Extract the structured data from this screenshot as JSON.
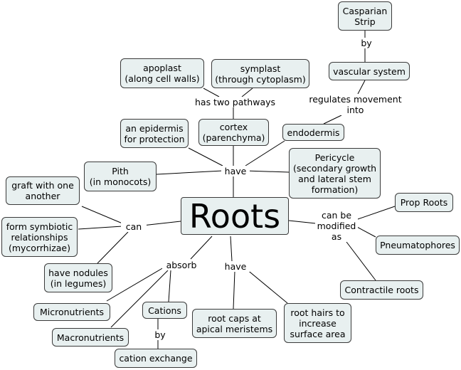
{
  "root": "Roots",
  "nodes": {
    "casparian": "Casparian\nStrip",
    "vascular": "vascular system",
    "apoplast": "apoplast\n(along cell walls)",
    "symplast": "symplast\n(through cytoplasm)",
    "epidermis": "an epidermis\nfor protection",
    "cortex": "cortex\n(parenchyma)",
    "endodermis": "endodermis",
    "pith": "Pith\n(in monocots)",
    "pericycle": "Pericycle\n(secondary growth\nand lateral stem\nformation)",
    "graft": "graft with one\nanother",
    "symbiotic": "form symbiotic\nrelationships\n(mycorrhizae)",
    "nodules": "have nodules\n(in legumes)",
    "prop": "Prop Roots",
    "pneumato": "Pneumatophores",
    "contractile": "Contractile roots",
    "micro": "Micronutrients",
    "cations": "Cations",
    "macro": "Macronutrients",
    "cation_exchange": "cation exchange",
    "root_caps": "root caps at\napical meristems",
    "root_hairs": "root hairs to\nincrease\nsurface area"
  },
  "links": {
    "by_top": "by",
    "has_two": "has two pathways",
    "regulates": "regulates movement\ninto",
    "have_top": "have",
    "can": "can",
    "modified": "can be\nmodified\nas",
    "absorb": "absorb",
    "have_bottom": "have",
    "by_bottom": "by"
  }
}
